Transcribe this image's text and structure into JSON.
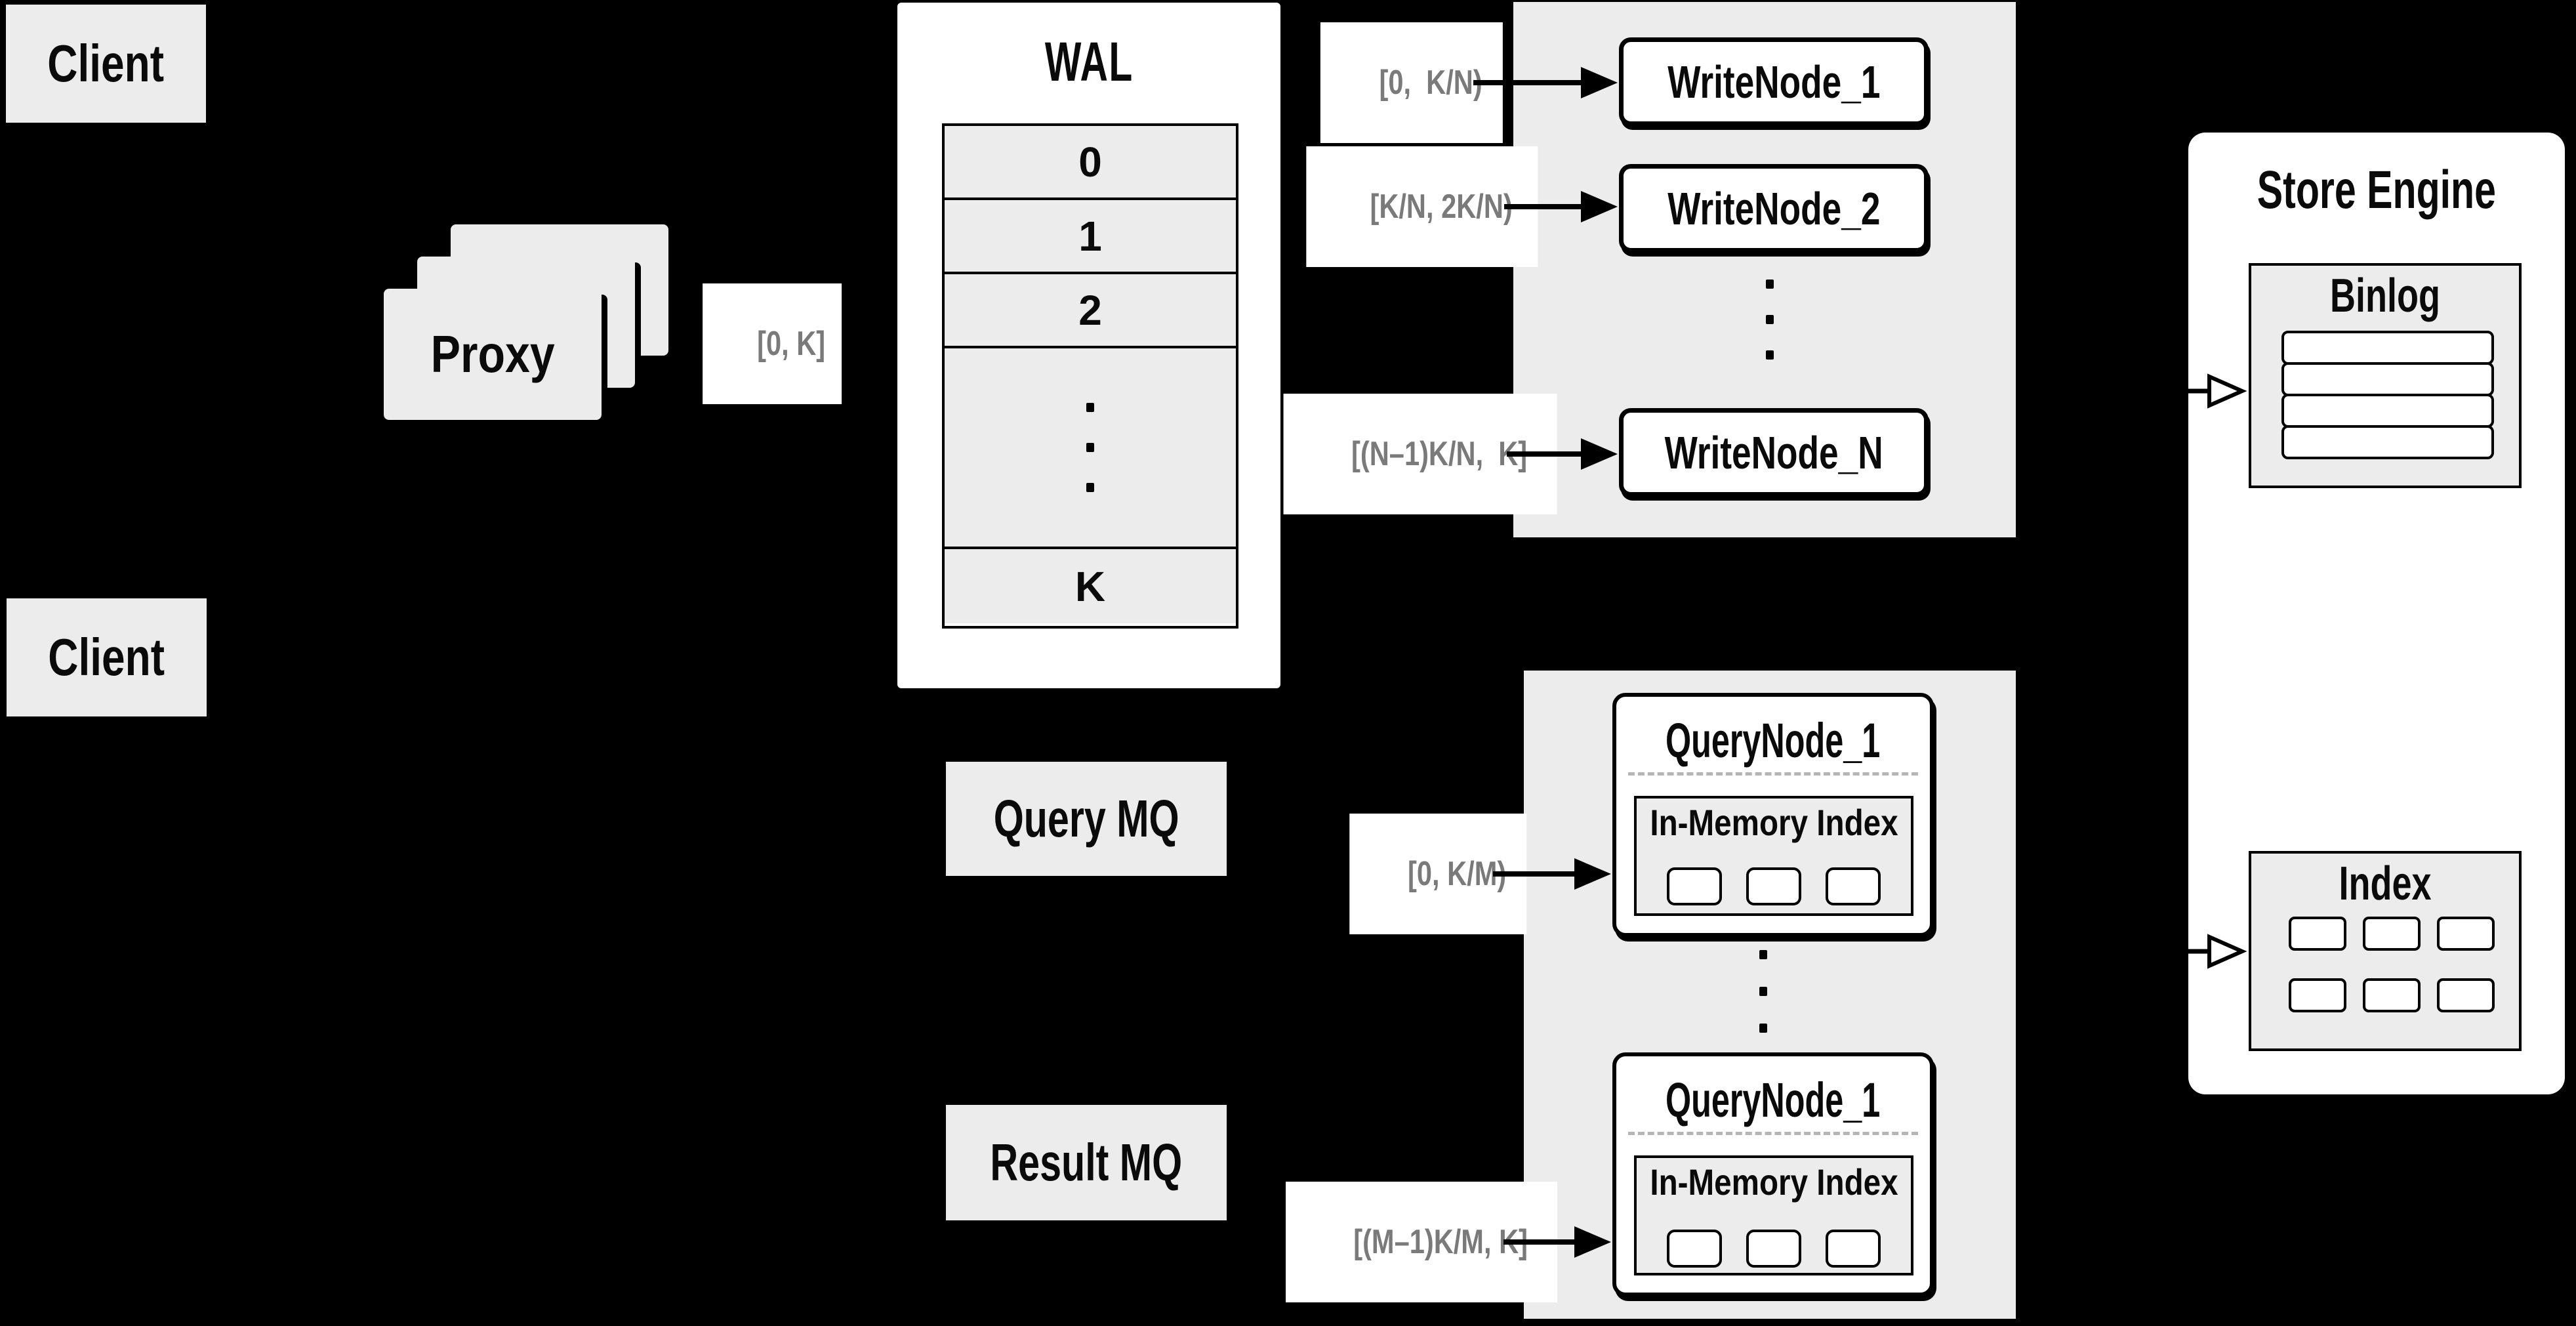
{
  "colors": {
    "background": "#000000",
    "panel_gray": "#ececec",
    "box_white": "#ffffff",
    "line_black": "#000000",
    "range_label_text": "#7a7a7a",
    "dashed_divider": "#b5b5b5"
  },
  "clients": {
    "top": "Client",
    "bottom": "Client"
  },
  "proxy": {
    "label": "Proxy",
    "stack_count": 3
  },
  "wal": {
    "title": "WAL",
    "rows": [
      "0",
      "1",
      "2"
    ],
    "ellipsis": "...",
    "last_row": "K"
  },
  "range_labels": {
    "proxy_to_wal": "[0, K]",
    "write_1": "[0,  K/N)",
    "write_2": "[K/N, 2K/N)",
    "write_n": "[(N–1)K/N,  K]",
    "query_1": "[0, K/M)",
    "query_m": "[(M–1)K/M, K]"
  },
  "write_group": {
    "nodes": [
      "WriteNode_1",
      "WriteNode_2",
      "WriteNode_N"
    ],
    "ellipsis": "..."
  },
  "query_group": {
    "ellipsis": "...",
    "nodes": [
      {
        "title": "QueryNode_1",
        "index_title": "In-Memory Index"
      },
      {
        "title": "QueryNode_1",
        "index_title": "In-Memory Index"
      }
    ]
  },
  "mq": {
    "query": "Query MQ",
    "result": "Result MQ"
  },
  "store_engine": {
    "title": "Store Engine",
    "binlog_title": "Binlog",
    "index_title": "Index"
  }
}
